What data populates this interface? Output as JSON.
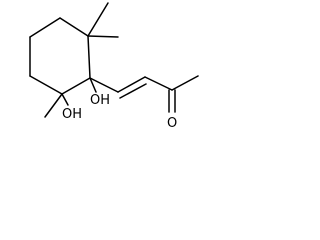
{
  "molecule": {
    "atoms": {
      "hydroxyl": "OH",
      "ring_hydroxyl": "OH",
      "carbonyl_oxygen": "O"
    }
  }
}
